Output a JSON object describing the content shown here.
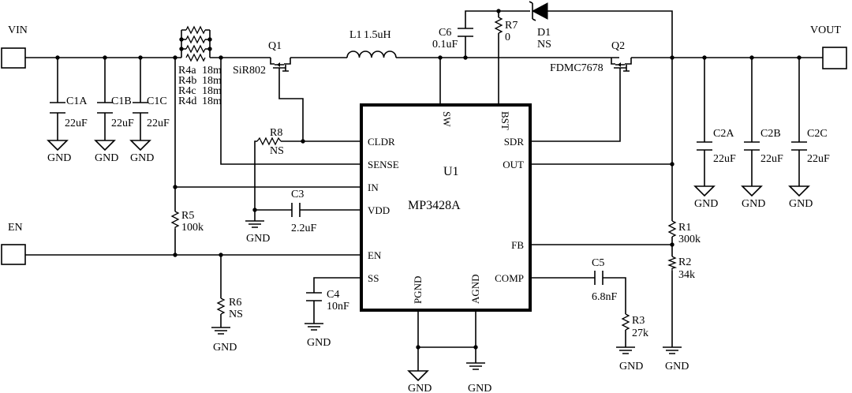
{
  "ports": {
    "vin": "VIN",
    "vout": "VOUT",
    "en": "EN"
  },
  "chip": {
    "ref": "U1",
    "part": "MP3428A",
    "pins": {
      "cldr": "CLDR",
      "sense": "SENSE",
      "in": "IN",
      "vdd": "VDD",
      "en": "EN",
      "ss": "SS",
      "sdr": "SDR",
      "out": "OUT",
      "fb": "FB",
      "comp": "COMP",
      "sw": "SW",
      "bst": "BST",
      "pgnd": "PGND",
      "agnd": "AGND"
    }
  },
  "components": {
    "c1a": {
      "ref": "C1A",
      "value": "22uF"
    },
    "c1b": {
      "ref": "C1B",
      "value": "22uF"
    },
    "c1c": {
      "ref": "C1C",
      "value": "22uF"
    },
    "c2a": {
      "ref": "C2A",
      "value": "22uF"
    },
    "c2b": {
      "ref": "C2B",
      "value": "22uF"
    },
    "c2c": {
      "ref": "C2C",
      "value": "22uF"
    },
    "c3": {
      "ref": "C3",
      "value": "2.2uF"
    },
    "c4": {
      "ref": "C4",
      "value": "10nF"
    },
    "c5": {
      "ref": "C5",
      "value": "6.8nF"
    },
    "c6": {
      "ref": "C6",
      "value": "0.1uF"
    },
    "l1": {
      "ref": "L1",
      "value": "1.5uH"
    },
    "q1": {
      "ref": "Q1",
      "value": "SiR802"
    },
    "q2": {
      "ref": "Q2",
      "value": "FDMC7678"
    },
    "d1": {
      "ref": "D1",
      "value": "NS"
    },
    "r1": {
      "ref": "R1",
      "value": "300k"
    },
    "r2": {
      "ref": "R2",
      "value": "34k"
    },
    "r3": {
      "ref": "R3",
      "value": "27k"
    },
    "r5": {
      "ref": "R5",
      "value": "100k"
    },
    "r6": {
      "ref": "R6",
      "value": "NS"
    },
    "r7": {
      "ref": "R7",
      "value": "0"
    },
    "r8": {
      "ref": "R8",
      "value": "NS"
    },
    "r4a": {
      "ref": "R4a",
      "value": "18m"
    },
    "r4b": {
      "ref": "R4b",
      "value": "18m"
    },
    "r4c": {
      "ref": "R4c",
      "value": "18m"
    },
    "r4d": {
      "ref": "R4d",
      "value": "18m"
    }
  },
  "gnd_label": "GND"
}
